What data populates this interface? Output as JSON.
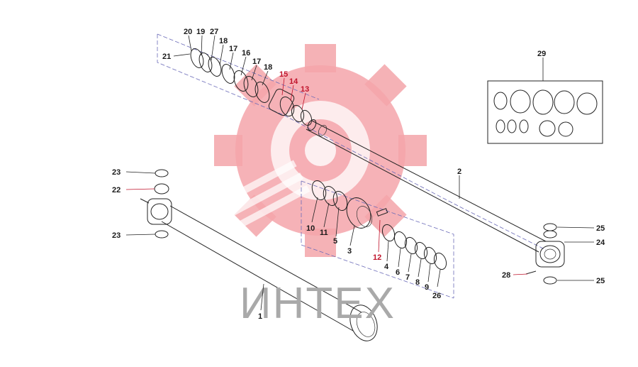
{
  "watermark": {
    "brand_text": "ИНТЕХ",
    "logo_color": "#f4a5aa",
    "brand_color": "#a9a9a9"
  },
  "callouts": {
    "c1": "1",
    "c2": "2",
    "c3": "3",
    "c4": "4",
    "c5": "5",
    "c6": "6",
    "c7": "7",
    "c8": "8",
    "c9": "9",
    "c10": "10",
    "c11": "11",
    "c12": "12",
    "c13": "13",
    "c14": "14",
    "c15": "15",
    "c16": "16",
    "c17a": "17",
    "c17b": "17",
    "c18a": "18",
    "c18b": "18",
    "c19": "19",
    "c20": "20",
    "c21": "21",
    "c22": "22",
    "c23a": "23",
    "c23b": "23",
    "c24": "24",
    "c25a": "25",
    "c25b": "25",
    "c26": "26",
    "c27": "27",
    "c28": "28",
    "c29": "29"
  },
  "accent_red": "#c0142c"
}
